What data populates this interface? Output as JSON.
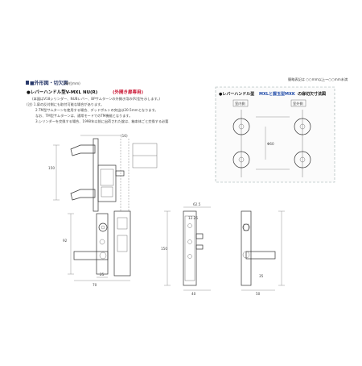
{
  "header": {
    "scale_note": "簡略表記は ○○mm以上～○○mm未満"
  },
  "section": {
    "title": "■外形図・切欠図",
    "title_unit": "(単位mm)"
  },
  "product": {
    "title_prefix": "●レバーハンドル型V-MXL NU(R)",
    "title_suffix": "(外開き扉専用)",
    "note_top": "(本図はV18シリンダー、NUBレバー、BPサムターンの外開き用の(R)型を示します。)",
    "notes": [
      "(注) 1.扉の反対側にも取付可能な場合があります。",
      "2.TM型サムターンを使用する場合、デッドボルトの突出は20.5mmとなります。",
      "なお、TM型サムターンは、通常モードでのTM機能となります。",
      "3.シリンダーを交換する場合、1998年以前に出荷された錠は、箱本体ごと交換する必要"
    ]
  },
  "cutout": {
    "title_prefix": "●レバーハンドル型",
    "title_mid": "MXLと握玉型MXK",
    "title_suffix": "の扉切欠寸法図",
    "inside_label": "室内側",
    "outside_label": "室外側"
  },
  "dimensions": {
    "d1": "(16)",
    "d2": "Φ60",
    "d3": "62.5",
    "d4": "12.25",
    "d5": "25",
    "d6": "70",
    "d7": "150",
    "d8": "92",
    "d9": "50",
    "d10": "40",
    "d11": "35"
  }
}
